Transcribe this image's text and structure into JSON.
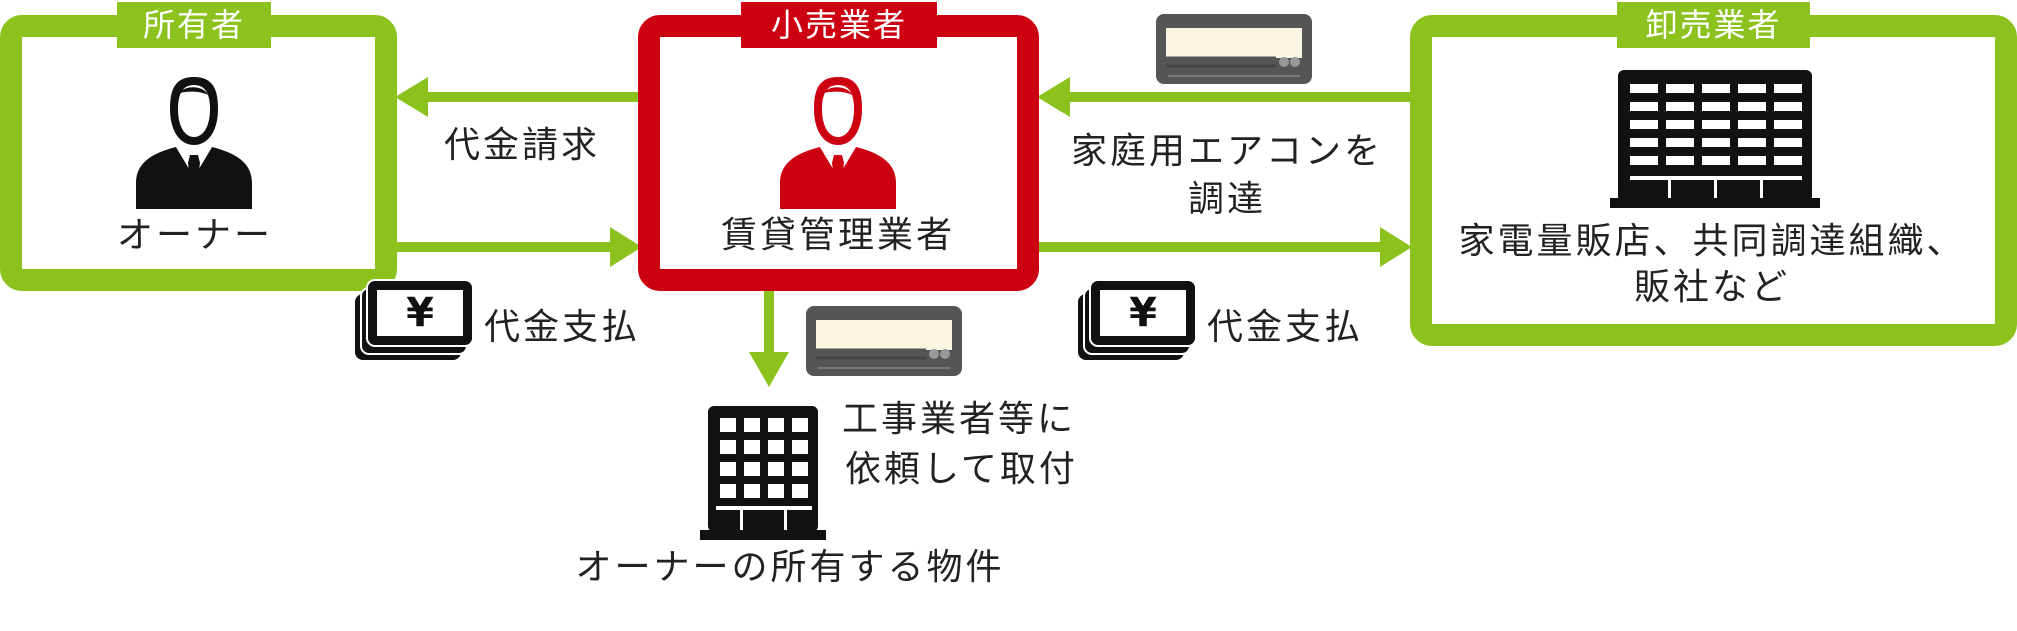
{
  "colors": {
    "green": "#8cc21e",
    "red": "#cc0010",
    "black": "#111111",
    "gray": "#555555"
  },
  "owner": {
    "tag": "所有者",
    "name": "オーナー",
    "icon": "businessman-icon"
  },
  "retailer": {
    "tag": "小売業者",
    "name": "賃貸管理業者",
    "icon": "businessman-icon"
  },
  "wholesaler": {
    "tag": "卸売業者",
    "name_line1": "家電量販店、共同調達組織、",
    "name_line2": "販社など",
    "icon": "office-building-icon"
  },
  "flows": {
    "billing": "代金請求",
    "payment_owner": "代金支払",
    "procure_line1": "家庭用エアコンを",
    "procure_line2": "調達",
    "payment_wholesaler": "代金支払",
    "install_line1": "工事業者等に",
    "install_line2": "依頼して取付"
  },
  "property": {
    "label": "オーナーの所有する物件",
    "icon": "apartment-building-icon"
  }
}
